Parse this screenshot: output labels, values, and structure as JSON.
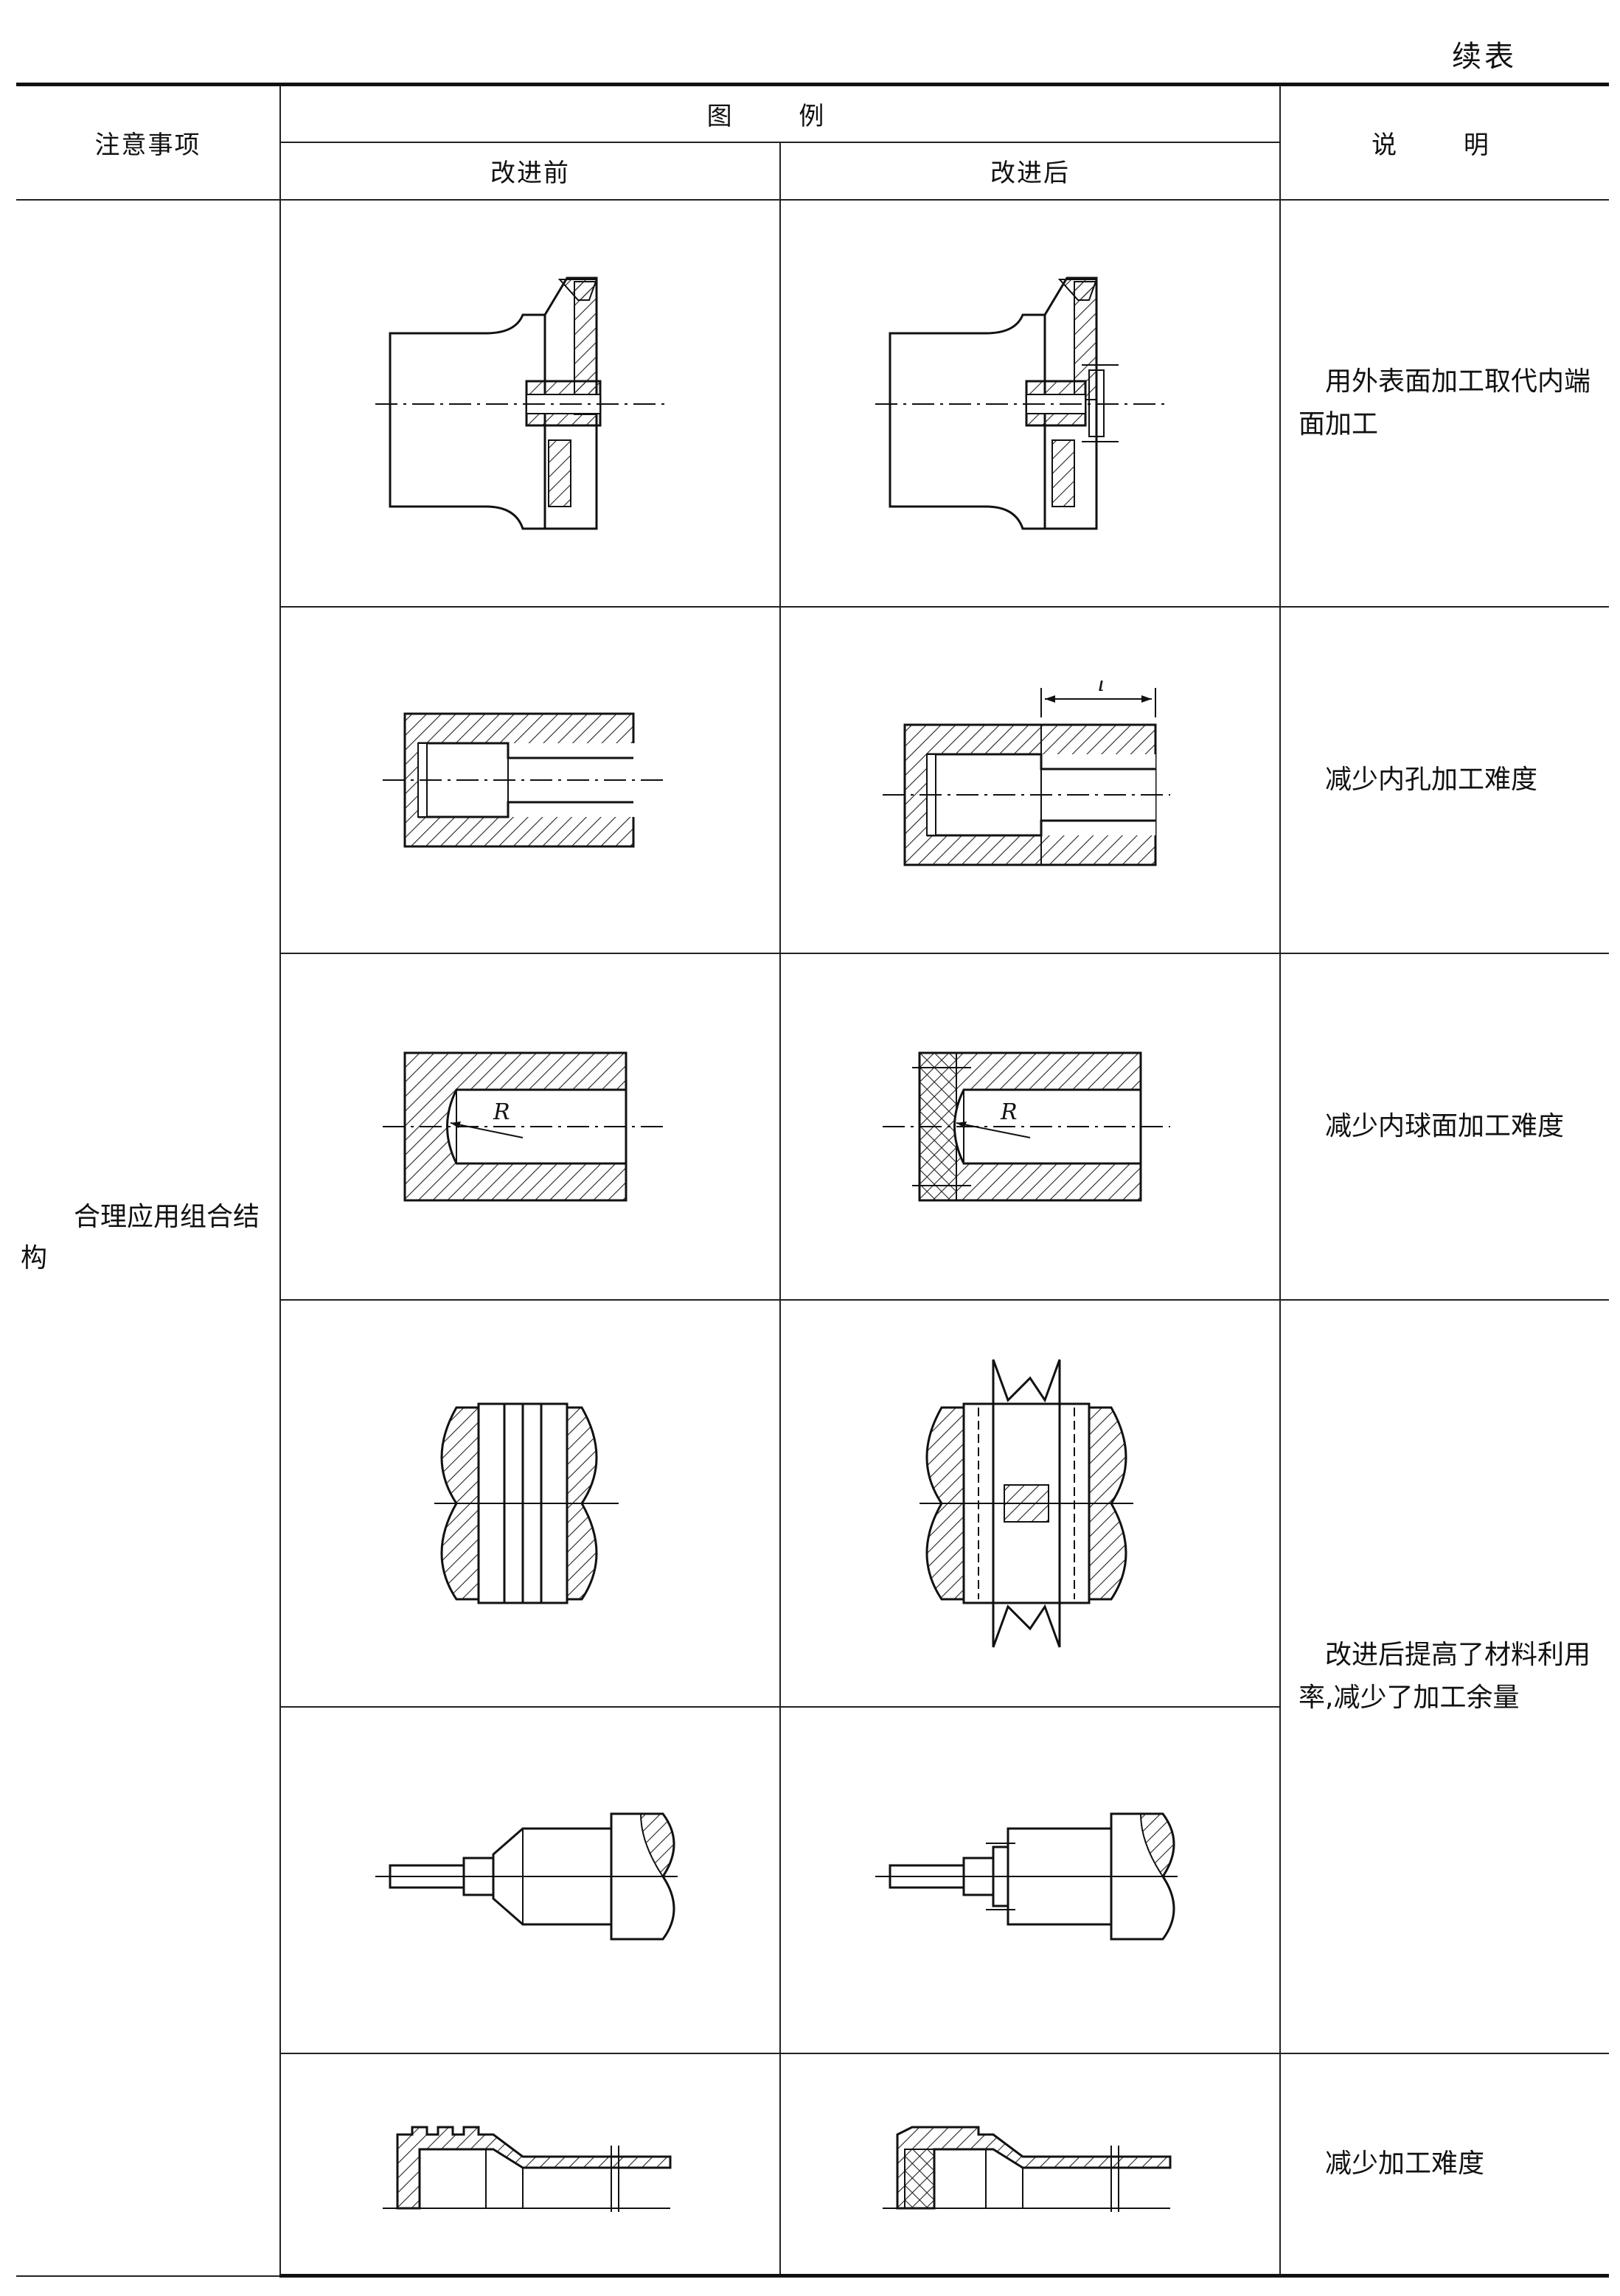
{
  "page": {
    "continued_label": "续表"
  },
  "header": {
    "col_notes": "注意事项",
    "col_figures": "图    例",
    "col_before": "改进前",
    "col_after": "改进后",
    "col_desc": "说    明"
  },
  "notes": {
    "text": "合理应用组合结构"
  },
  "rows": [
    {
      "desc": "用外表面加工取代内端面加工"
    },
    {
      "desc": "减少内孔加工难度",
      "dim_label": "l"
    },
    {
      "desc": "减少内球面加工难度",
      "radius_label": "R"
    },
    {
      "desc": "改进后提高了材料利用率,减少了加工余量"
    },
    {
      "desc": ""
    },
    {
      "desc": "减少加工难度"
    }
  ]
}
